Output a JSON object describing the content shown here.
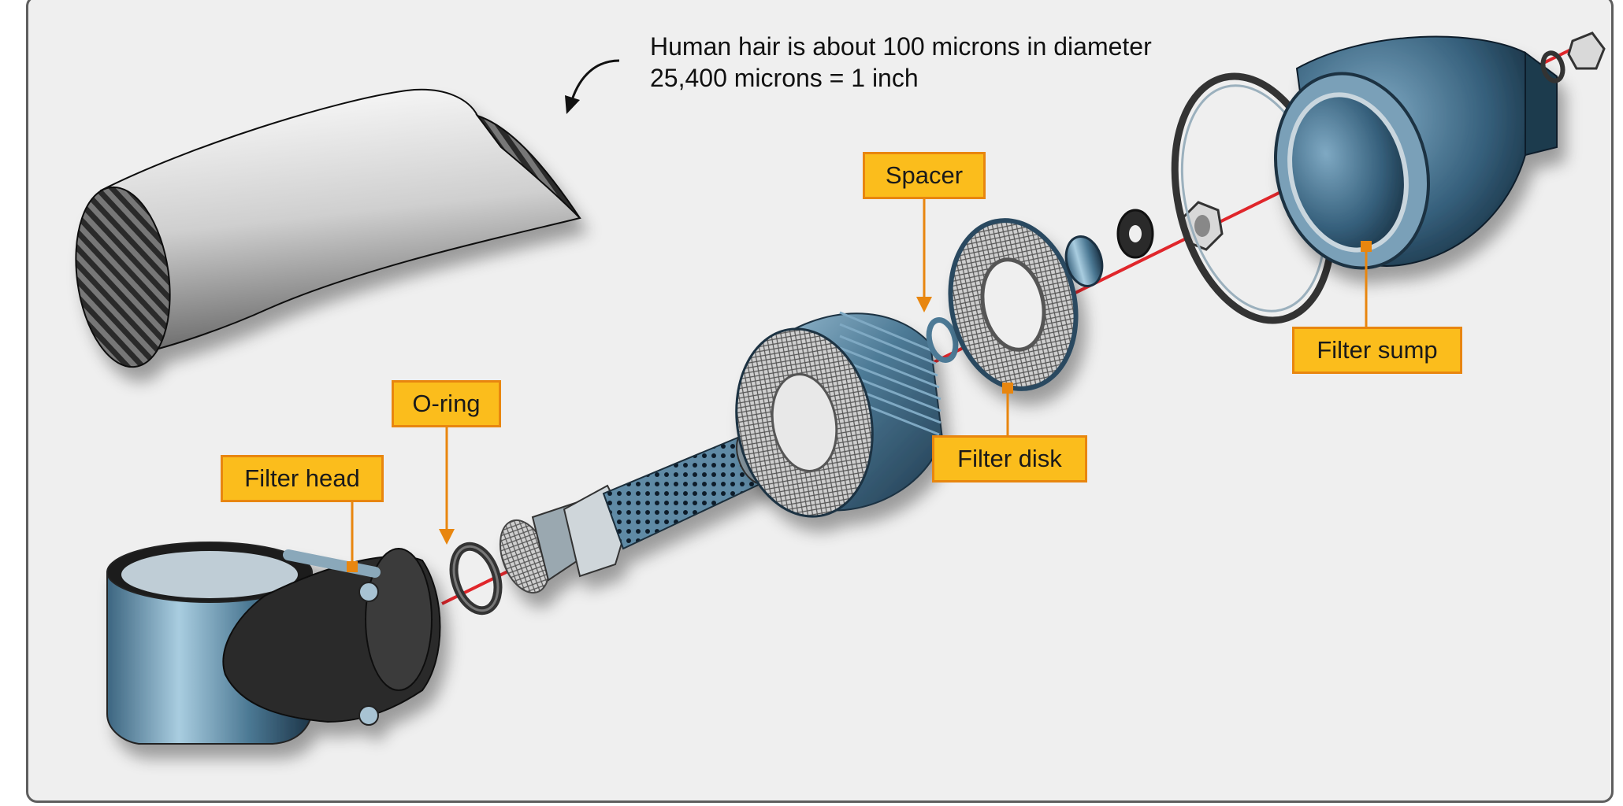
{
  "hair_note": {
    "line1": "Human hair is about 100 microns in diameter",
    "line2": "25,400 microns = 1 inch"
  },
  "callouts": {
    "filter_head": "Filter head",
    "o_ring": "O-ring",
    "spacer": "Spacer",
    "filter_disk": "Filter disk",
    "filter_sump": "Filter sump"
  },
  "colors": {
    "background": "#efefef",
    "callout_fill": "#fbbd1c",
    "callout_border": "#e8860f",
    "part_blue": "#4f7d9a",
    "centerline": "#e0262b"
  }
}
